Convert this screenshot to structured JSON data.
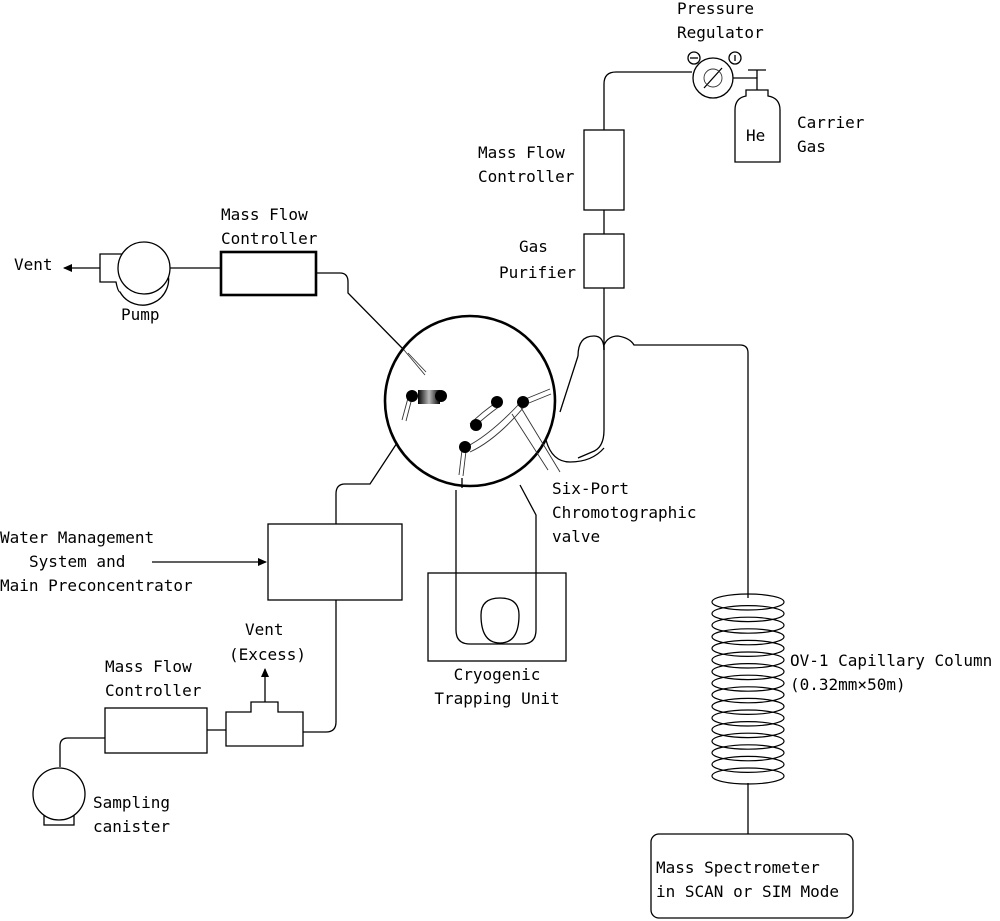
{
  "labels": {
    "pressure_regulator": [
      "Pressure",
      "Regulator"
    ],
    "carrier_gas": [
      "Carrier",
      "Gas"
    ],
    "he": "He",
    "mfc_carrier": [
      "Mass Flow",
      "Controller"
    ],
    "gas_purifier": [
      "Gas",
      "Purifier"
    ],
    "mfc_pump": [
      "Mass Flow",
      "Controller"
    ],
    "vent_pump": "Vent",
    "pump": "Pump",
    "six_port_valve": [
      "Six-Port",
      "Chromotographic",
      "valve"
    ],
    "water_management": [
      "Water Management",
      "System and",
      "Main Preconcentrator"
    ],
    "vent_excess": [
      "Vent",
      "(Excess)"
    ],
    "mfc_sample": [
      "Mass Flow",
      "Controller"
    ],
    "sampling_canister": [
      "Sampling",
      "canister"
    ],
    "cryogenic_trap": [
      "Cryogenic",
      "Trapping Unit"
    ],
    "capillary_column": [
      "OV-1 Capillary Column",
      "(0.32mm×50m)"
    ],
    "mass_spectrometer": [
      "Mass Spectrometer",
      "in SCAN or SIM Mode"
    ]
  }
}
